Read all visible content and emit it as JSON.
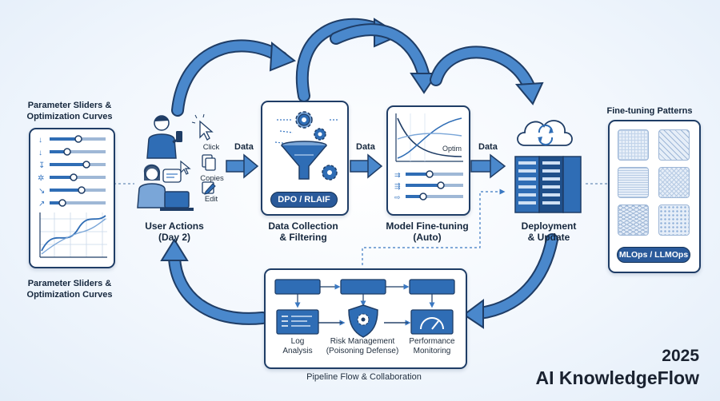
{
  "left_panel": {
    "title_top": [
      "Parameter Sliders &",
      "Optimization Curves"
    ],
    "title_bottom": [
      "Parameter Sliders &",
      "Optimization Curves"
    ]
  },
  "user_actions": {
    "label": [
      "User Actions",
      "(Day 2)"
    ],
    "actions": [
      "Click",
      "Copies",
      "Edit"
    ]
  },
  "data_arrow_labels": [
    "Data",
    "Data",
    "Data"
  ],
  "data_collection": {
    "label": [
      "Data Collection",
      "& Filtering"
    ],
    "badge": "DPO / RLAIF"
  },
  "fine_tuning": {
    "label": [
      "Model Fine-tuning",
      "(Auto)"
    ],
    "curve_label": "Optim"
  },
  "deployment": {
    "label": [
      "Deployment",
      "& Update"
    ]
  },
  "patterns_panel": {
    "title": "Fine-tuning Patterns",
    "badge": "MLOps / LLMOps"
  },
  "pipeline": {
    "caption": "Pipeline Flow & Collaboration",
    "log": [
      "Log",
      "Analysis"
    ],
    "risk": [
      "Risk Management",
      "(Poisoning Defense)"
    ],
    "perf": [
      "Performance",
      "Monitoring"
    ]
  },
  "brand": {
    "year": "2025",
    "name": "AI KnowledgeFlow"
  },
  "colors": {
    "accent": "#2f6db5",
    "dark": "#1f3d66",
    "arrow": "#3a78c2"
  },
  "icons": [
    "person-phone-icon",
    "person-laptop-icon",
    "cursor-click-icon",
    "copy-icon",
    "edit-icon",
    "funnel-icon",
    "gear-icon",
    "cloud-sync-icon",
    "server-icon",
    "shield-gear-icon",
    "gauge-icon",
    "log-icon"
  ]
}
